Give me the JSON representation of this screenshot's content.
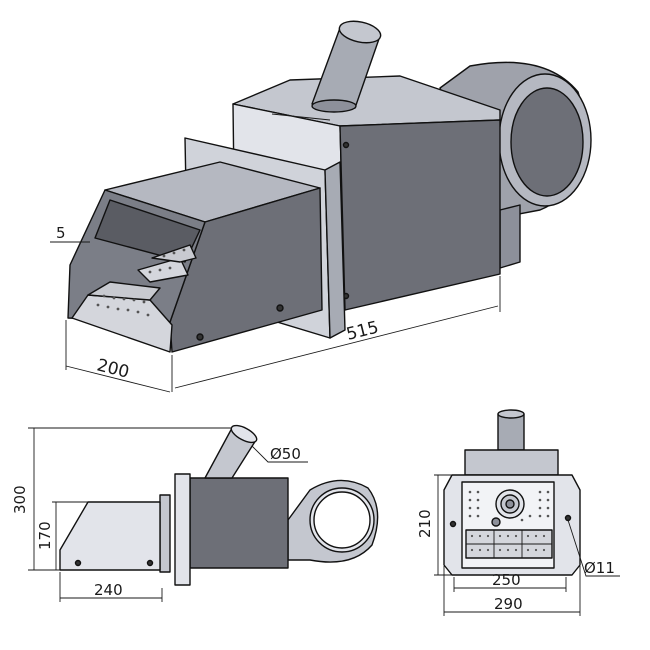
{
  "dimensions": {
    "width_total": "515",
    "width_hopper": "200",
    "sheet_thickness": "5",
    "height_total": "300",
    "height_body": "170",
    "length_hopper": "240",
    "feed_tube_diameter": "Ø50",
    "flange_inner_width": "250",
    "flange_outer_width": "290",
    "flange_height": "210",
    "hole_diameter": "Ø11"
  },
  "colors": {
    "steel_dark": "#6d6f77",
    "steel_mid": "#8d909a",
    "steel_light": "#c4c7cf",
    "steel_pale": "#e2e4ea",
    "tube": "#a7abb4",
    "fan": "#9fa2ab",
    "grate": "#d4d6dc"
  }
}
